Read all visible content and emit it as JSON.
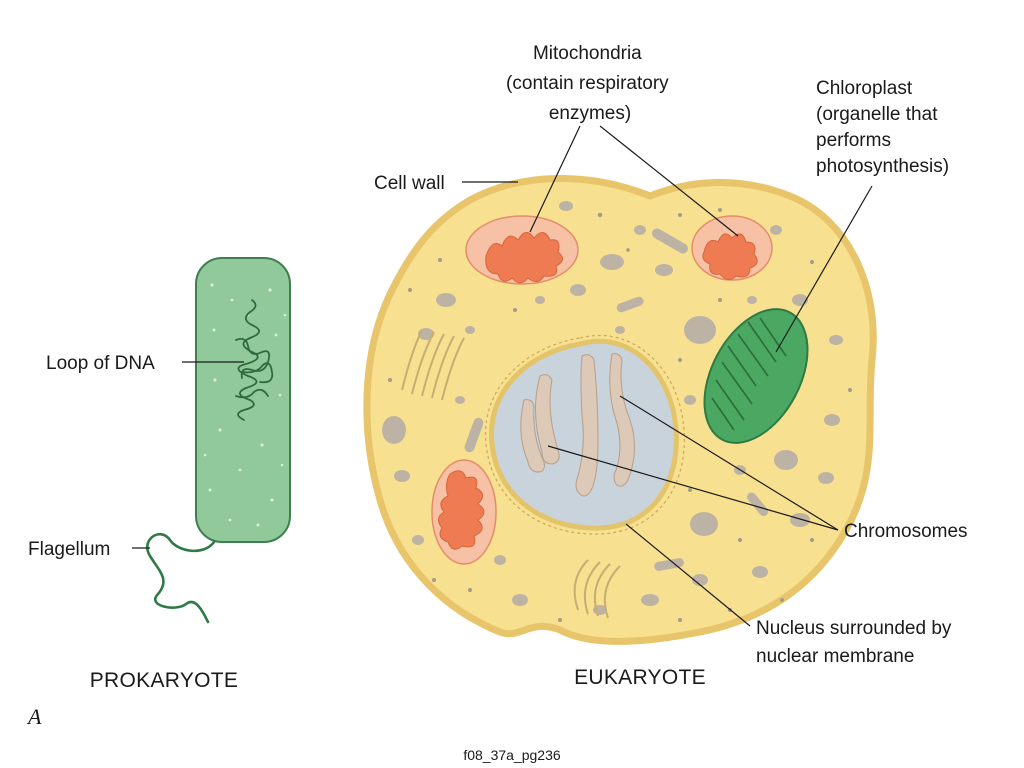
{
  "labels": {
    "mitochondria": [
      "Mitochondria",
      "(contain respiratory",
      "enzymes)"
    ],
    "chloroplast": [
      "Chloroplast",
      "(organelle that",
      "performs",
      "photosynthesis)"
    ],
    "cell_wall": "Cell wall",
    "loop_of_dna": "Loop of DNA",
    "flagellum": "Flagellum",
    "chromosomes": "Chromosomes",
    "nucleus": [
      "Nucleus surrounded by",
      "nuclear membrane"
    ]
  },
  "captions": {
    "prokaryote": "PROKARYOTE",
    "eukaryote": "EUKARYOTE"
  },
  "panel_letter": "A",
  "footer": "f08_37a_pg236",
  "colors": {
    "prokaryote_fill": "#92c99b",
    "cytoplasm_fill": "#f7e08f",
    "cell_wall_stroke": "#e8c56a",
    "mitochondria_outer": "#f6c1a4",
    "mitochondria_inner": "#ee7b52",
    "chloroplast_fill": "#4aa862",
    "nucleus_fill": "#c9d3dc",
    "chromosome_fill": "#ddc9b7",
    "organelle_gray": "#bdb3a4"
  }
}
